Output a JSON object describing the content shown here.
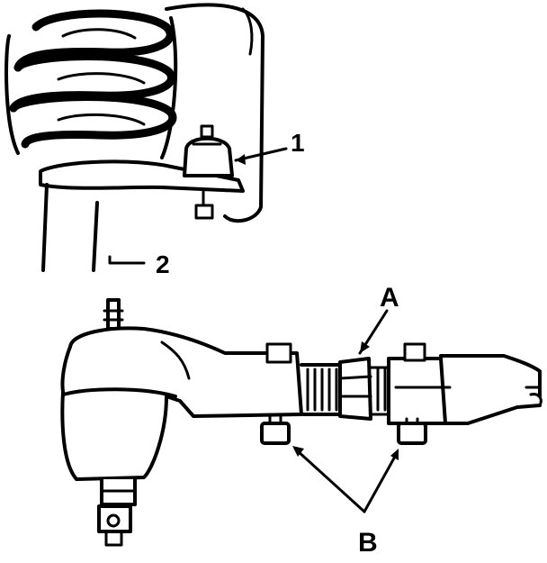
{
  "labels": {
    "tie_rod_end": "1",
    "strut": "2",
    "adjuster": "A",
    "nuts": "B"
  }
}
